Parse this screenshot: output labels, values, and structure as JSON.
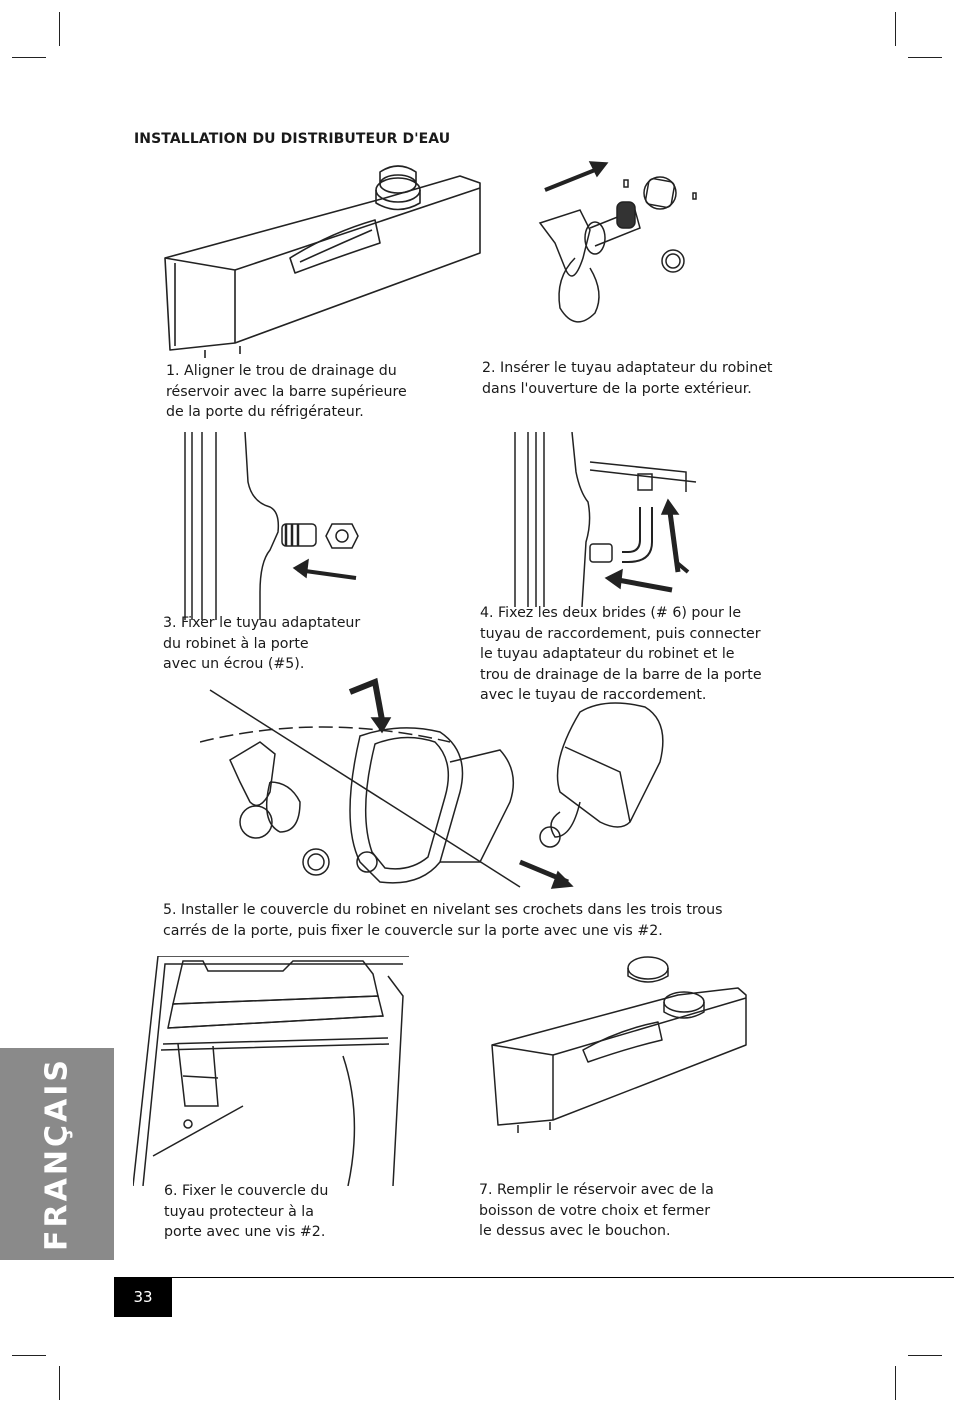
{
  "page": {
    "title": "INSTALLATION DU DISTRIBUTEUR D'EAU",
    "side_tab": "FRANÇAIS",
    "page_number": "33"
  },
  "steps": [
    {
      "caption": "1. Aligner le trou de drainage du\nréservoir avec la barre supérieure\nde la porte du réfrigérateur."
    },
    {
      "caption": "2. Insérer le tuyau adaptateur du robinet\ndans l'ouverture de la porte extérieur."
    },
    {
      "caption": "3. Fixer le tuyau adaptateur\ndu robinet à la porte\navec un écrou (#5)."
    },
    {
      "caption": "4. Fixez les deux brides (# 6) pour le\ntuyau de raccordement, puis connecter\nle tuyau adaptateur du robinet et le\ntrou de drainage de la barre de la porte\navec le tuyau de raccordement."
    },
    {
      "caption": "5. Installer le couvercle du robinet en nivelant ses crochets dans les trois trous\ncarrés de la porte, puis fixer le couvercle sur la porte avec une vis #2."
    },
    {
      "caption": "6. Fixer le couvercle du\ntuyau protecteur à la\nporte avec une vis #2."
    },
    {
      "caption": "7. Remplir le réservoir avec de la\nboisson de votre choix et fermer\nle dessus avec le bouchon."
    }
  ]
}
